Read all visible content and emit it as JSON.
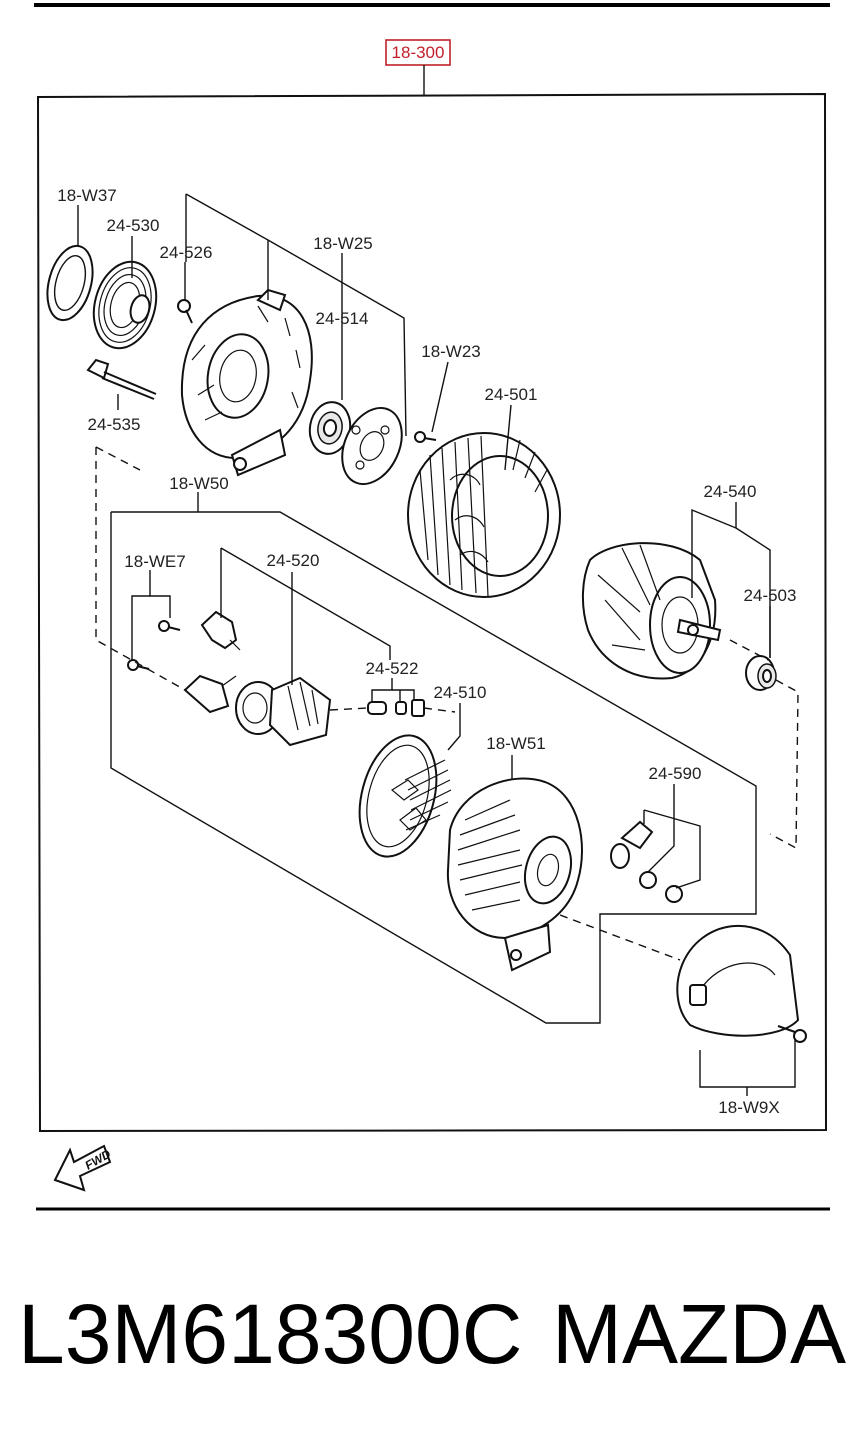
{
  "header": {
    "group_code": "18-300",
    "group_color": "#c0212b"
  },
  "fwd_label": "FWD",
  "callouts": [
    {
      "id": "18-W37",
      "text": "18-W37"
    },
    {
      "id": "24-530",
      "text": "24-530"
    },
    {
      "id": "24-526",
      "text": "24-526"
    },
    {
      "id": "18-W25",
      "text": "18-W25"
    },
    {
      "id": "24-514",
      "text": "24-514"
    },
    {
      "id": "18-W23",
      "text": "18-W23"
    },
    {
      "id": "24-501",
      "text": "24-501"
    },
    {
      "id": "24-535",
      "text": "24-535"
    },
    {
      "id": "18-W50",
      "text": "18-W50"
    },
    {
      "id": "24-540",
      "text": "24-540"
    },
    {
      "id": "18-WE7",
      "text": "18-WE7"
    },
    {
      "id": "24-520",
      "text": "24-520"
    },
    {
      "id": "24-503",
      "text": "24-503"
    },
    {
      "id": "24-522",
      "text": "24-522"
    },
    {
      "id": "24-510",
      "text": "24-510"
    },
    {
      "id": "18-W51",
      "text": "18-W51"
    },
    {
      "id": "24-590",
      "text": "24-590"
    },
    {
      "id": "18-W9X",
      "text": "18-W9X"
    }
  ],
  "footer": {
    "part_number": "L3M618300C",
    "brand": "MAZDA"
  }
}
